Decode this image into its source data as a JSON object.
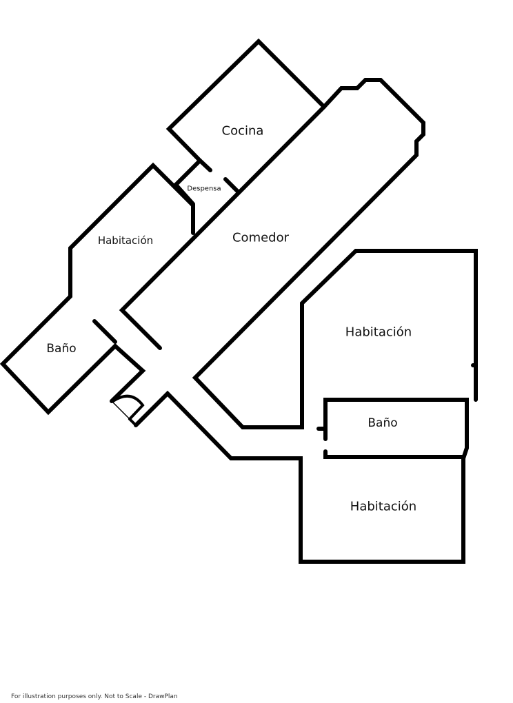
{
  "rooms": {
    "cocina": "Cocina",
    "despensa": "Despensa",
    "comedor": "Comedor",
    "habitacion_left": "Habitación",
    "bano_left": "Baño",
    "habitacion_right_top": "Habitación",
    "bano_right": "Baño",
    "habitacion_right_bottom": "Habitación"
  },
  "footer": "For illustration purposes only. Not to Scale - DrawPlan"
}
